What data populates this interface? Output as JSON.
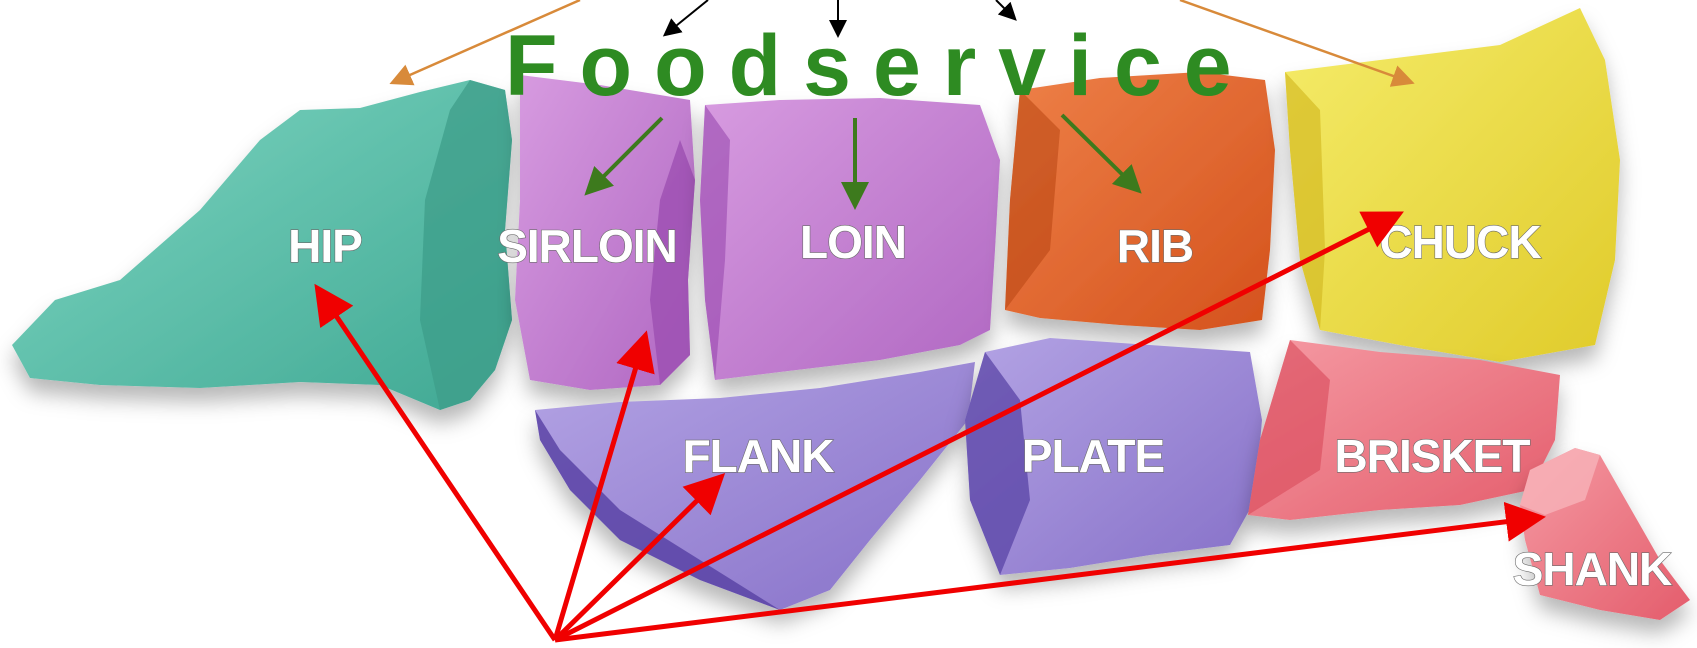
{
  "title": "Foodservice",
  "cuts": {
    "hip": "HIP",
    "sirloin": "SIRLOIN",
    "loin": "LOIN",
    "rib": "RIB",
    "chuck": "CHUCK",
    "flank": "FLANK",
    "plate": "PLATE",
    "brisket": "BRISKET",
    "shank": "SHANK"
  },
  "colors": {
    "title": "#2e8b22",
    "hip": "#5cc3ad",
    "sirloin": "#c77bd1",
    "loin": "#c77bd1",
    "rib": "#e0642a",
    "chuck": "#ecdc3e",
    "flank": "#9a86d6",
    "plate": "#9a86d6",
    "brisket": "#ee7a86",
    "shank": "#ee7a86",
    "red_arrows": "#f00000",
    "green_arrows": "#3d7a1d",
    "orange_arrows": "#d88a3a",
    "black_arrows": "#000000"
  }
}
